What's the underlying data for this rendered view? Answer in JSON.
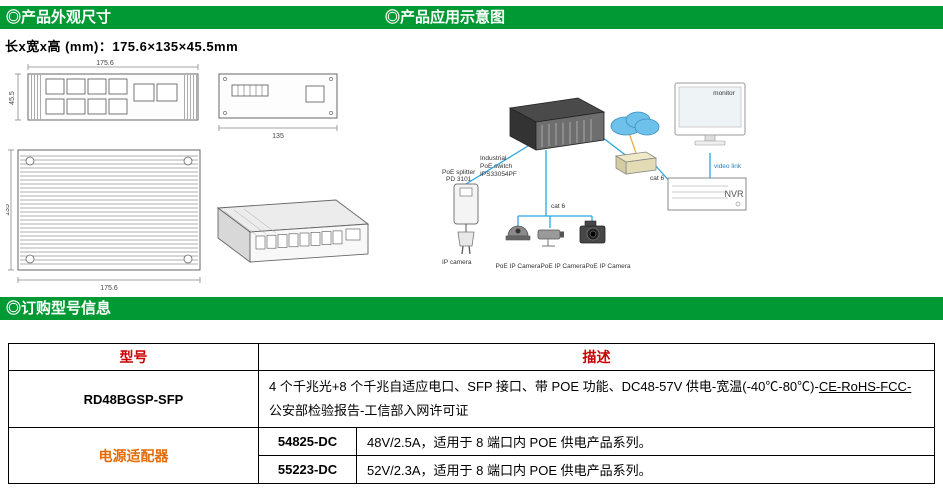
{
  "colors": {
    "section_bar_green": "#009933",
    "table_header_red": "#cc0000",
    "adapter_orange": "#e36c09",
    "diagram_line_blue": "#2aa6de"
  },
  "sections": {
    "s1_title": "◎产品外观尺寸",
    "s2_title": "◎产品应用示意图",
    "s3_title": "◎订购型号信息"
  },
  "dims_text": "长x宽x高 (mm)：175.6×135×45.5mm",
  "drawings": {
    "front_width": "175.6",
    "front_height": "45.5",
    "side_depth": "135",
    "bottom_depth": "135",
    "bottom_width": "175.6"
  },
  "diagram": {
    "switch_l1": "Industrial",
    "switch_l2": "PoE switch",
    "switch_l3": "IPS33054PF",
    "splitter_l1": "PoE splitter",
    "splitter_l2": "PD 3101",
    "nvr": "NVR",
    "monitor": "monitor",
    "cat6_1": "cat 6",
    "cat6_2": "cat 6",
    "video_link": "video link",
    "ip_camera": "IP camera",
    "cam1": "PoE IP Camera",
    "cam2": "PoE IP Camera",
    "cam3": "PoE IP Camera"
  },
  "table": {
    "headers": {
      "model": "型号",
      "desc": "描述"
    },
    "row1": {
      "model": "RD48BGSP-SFP",
      "desc_part1": "4 个千兆光+8 个千兆自适应电口、SFP 接口、带 POE 功能、DC48-57V 供电-宽温(-40℃-80℃)-",
      "desc_part2": "CE-RoHS-FCC-",
      "desc_part3": "公安部检验报告-工信部入网许可证"
    },
    "adapter": {
      "label": "电源适配器",
      "rows": [
        {
          "model": "54825-DC",
          "desc": "48V/2.5A，适用于 8 端口内 POE 供电产品系列。"
        },
        {
          "model": "55223-DC",
          "desc": "52V/2.3A，适用于 8 端口内 POE 供电产品系列。"
        }
      ]
    }
  }
}
